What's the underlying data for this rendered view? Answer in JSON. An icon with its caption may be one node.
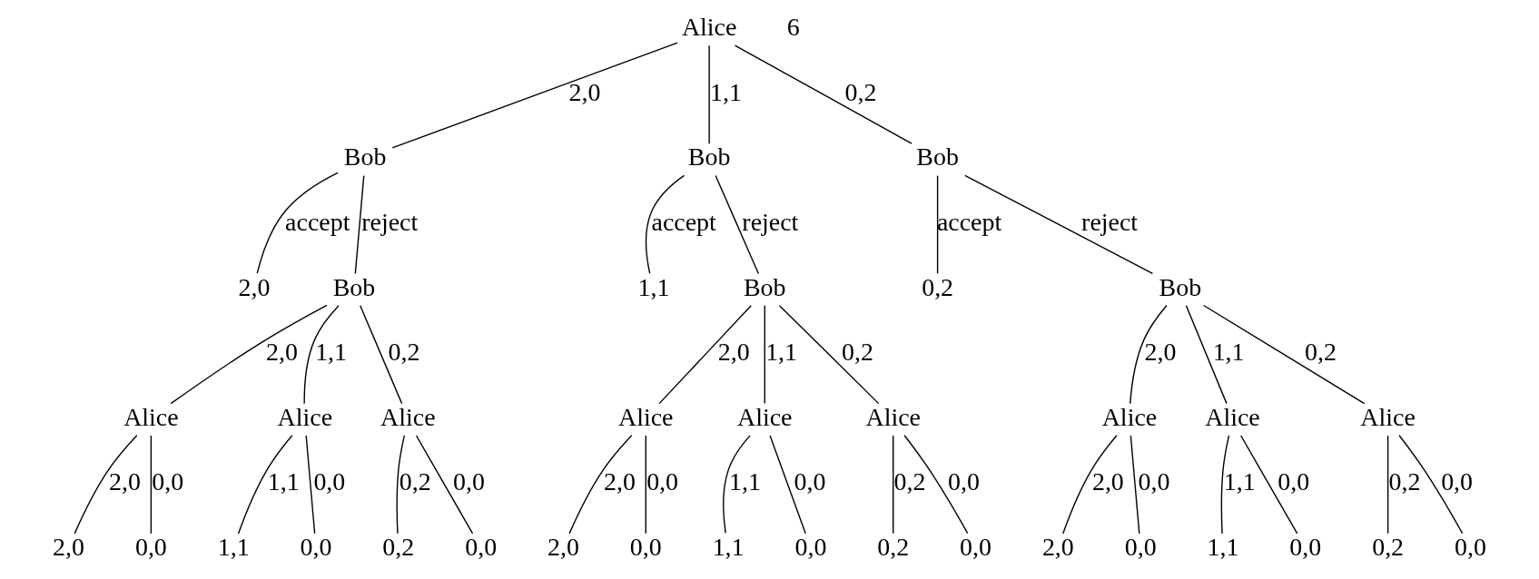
{
  "diagram": {
    "nodes": [
      {
        "text": [
          "Alice"
        ]
      },
      {
        "text": [
          "Bob"
        ]
      },
      {
        "text": [
          "Bob"
        ]
      },
      {
        "text": [
          "Bob"
        ]
      },
      {
        "text": [
          "2,0"
        ]
      },
      {
        "text": [
          "Bob"
        ]
      },
      {
        "text": [
          "1,1"
        ]
      },
      {
        "text": [
          "Bob"
        ]
      },
      {
        "text": [
          "0,2"
        ]
      },
      {
        "text": [
          "Bob"
        ]
      },
      {
        "text": [
          "Alice"
        ]
      },
      {
        "text": [
          "Alice"
        ]
      },
      {
        "text": [
          "Alice"
        ]
      },
      {
        "text": [
          "Alice"
        ]
      },
      {
        "text": [
          "Alice"
        ]
      },
      {
        "text": [
          "Alice"
        ]
      },
      {
        "text": [
          "Alice"
        ]
      },
      {
        "text": [
          "Alice"
        ]
      },
      {
        "text": [
          "Alice"
        ]
      },
      {
        "text": [
          "2,0"
        ]
      },
      {
        "text": [
          "0,0"
        ]
      },
      {
        "text": [
          "1,1"
        ]
      },
      {
        "text": [
          "0,0"
        ]
      },
      {
        "text": [
          "0,2"
        ]
      },
      {
        "text": [
          "0,0"
        ]
      },
      {
        "text": [
          "2,0"
        ]
      },
      {
        "text": [
          "0,0"
        ]
      },
      {
        "text": [
          "1,1"
        ]
      },
      {
        "text": [
          "0,0"
        ]
      },
      {
        "text": [
          "0,2"
        ]
      },
      {
        "text": [
          "0,0"
        ]
      },
      {
        "text": [
          "2,0"
        ]
      },
      {
        "text": [
          "0,0"
        ]
      },
      {
        "text": [
          "1,1"
        ]
      },
      {
        "text": [
          "0,0"
        ]
      },
      {
        "text": [
          "0,2"
        ]
      },
      {
        "text": [
          "0,0"
        ]
      }
    ],
    "edges": [
      {
        "from": 0,
        "to": 1,
        "arrow": "none",
        "label": "2,0"
      },
      {
        "from": 0,
        "to": 2,
        "arrow": "none",
        "label": "1,1"
      },
      {
        "from": 0,
        "to": 3,
        "arrow": "none",
        "label": "0,2"
      },
      {
        "from": 1,
        "to": 4,
        "arrow": "none",
        "label": "accept"
      },
      {
        "from": 1,
        "to": 5,
        "arrow": "none",
        "label": "reject"
      },
      {
        "from": 2,
        "to": 6,
        "arrow": "none",
        "label": "accept"
      },
      {
        "from": 2,
        "to": 7,
        "arrow": "none",
        "label": "reject"
      },
      {
        "from": 3,
        "to": 8,
        "arrow": "none",
        "label": "accept"
      },
      {
        "from": 3,
        "to": 9,
        "arrow": "none",
        "label": "reject"
      },
      {
        "from": 5,
        "to": 10,
        "arrow": "none",
        "label": "2,0"
      },
      {
        "from": 5,
        "to": 11,
        "arrow": "none",
        "label": "1,1"
      },
      {
        "from": 5,
        "to": 12,
        "arrow": "none",
        "label": "0,2"
      },
      {
        "from": 7,
        "to": 13,
        "arrow": "none",
        "label": "2,0"
      },
      {
        "from": 7,
        "to": 14,
        "arrow": "none",
        "label": "1,1"
      },
      {
        "from": 7,
        "to": 15,
        "arrow": "none",
        "label": "0,2"
      },
      {
        "from": 9,
        "to": 16,
        "arrow": "none",
        "label": "2,0"
      },
      {
        "from": 9,
        "to": 17,
        "arrow": "none",
        "label": "1,1"
      },
      {
        "from": 9,
        "to": 18,
        "arrow": "none",
        "label": "0,2"
      },
      {
        "from": 10,
        "to": 19,
        "arrow": "none",
        "label": "2,0"
      },
      {
        "from": 10,
        "to": 20,
        "arrow": "none",
        "label": "0,0"
      },
      {
        "from": 11,
        "to": 21,
        "arrow": "none",
        "label": "1,1"
      },
      {
        "from": 11,
        "to": 22,
        "arrow": "none",
        "label": "0,0"
      },
      {
        "from": 12,
        "to": 23,
        "arrow": "none",
        "label": "0,2"
      },
      {
        "from": 12,
        "to": 24,
        "arrow": "none",
        "label": "0,0"
      },
      {
        "from": 13,
        "to": 25,
        "arrow": "none",
        "label": "2,0"
      },
      {
        "from": 13,
        "to": 26,
        "arrow": "none",
        "label": "0,0"
      },
      {
        "from": 14,
        "to": 27,
        "arrow": "none",
        "label": "1,1"
      },
      {
        "from": 14,
        "to": 28,
        "arrow": "none",
        "label": "0,0"
      },
      {
        "from": 15,
        "to": 29,
        "arrow": "none",
        "label": "0,2"
      },
      {
        "from": 15,
        "to": 30,
        "arrow": "none",
        "label": "0,0"
      },
      {
        "from": 16,
        "to": 31,
        "arrow": "none",
        "label": "2,0"
      },
      {
        "from": 16,
        "to": 32,
        "arrow": "none",
        "label": "0,0"
      },
      {
        "from": 17,
        "to": 33,
        "arrow": "none",
        "label": "1,1"
      },
      {
        "from": 17,
        "to": 34,
        "arrow": "none",
        "label": "0,0"
      },
      {
        "from": 18,
        "to": 35,
        "arrow": "none",
        "label": "0,2"
      },
      {
        "from": 18,
        "to": 36,
        "arrow": "none",
        "label": "0,0"
      }
    ],
    "labels": [
      "6"
    ]
  }
}
